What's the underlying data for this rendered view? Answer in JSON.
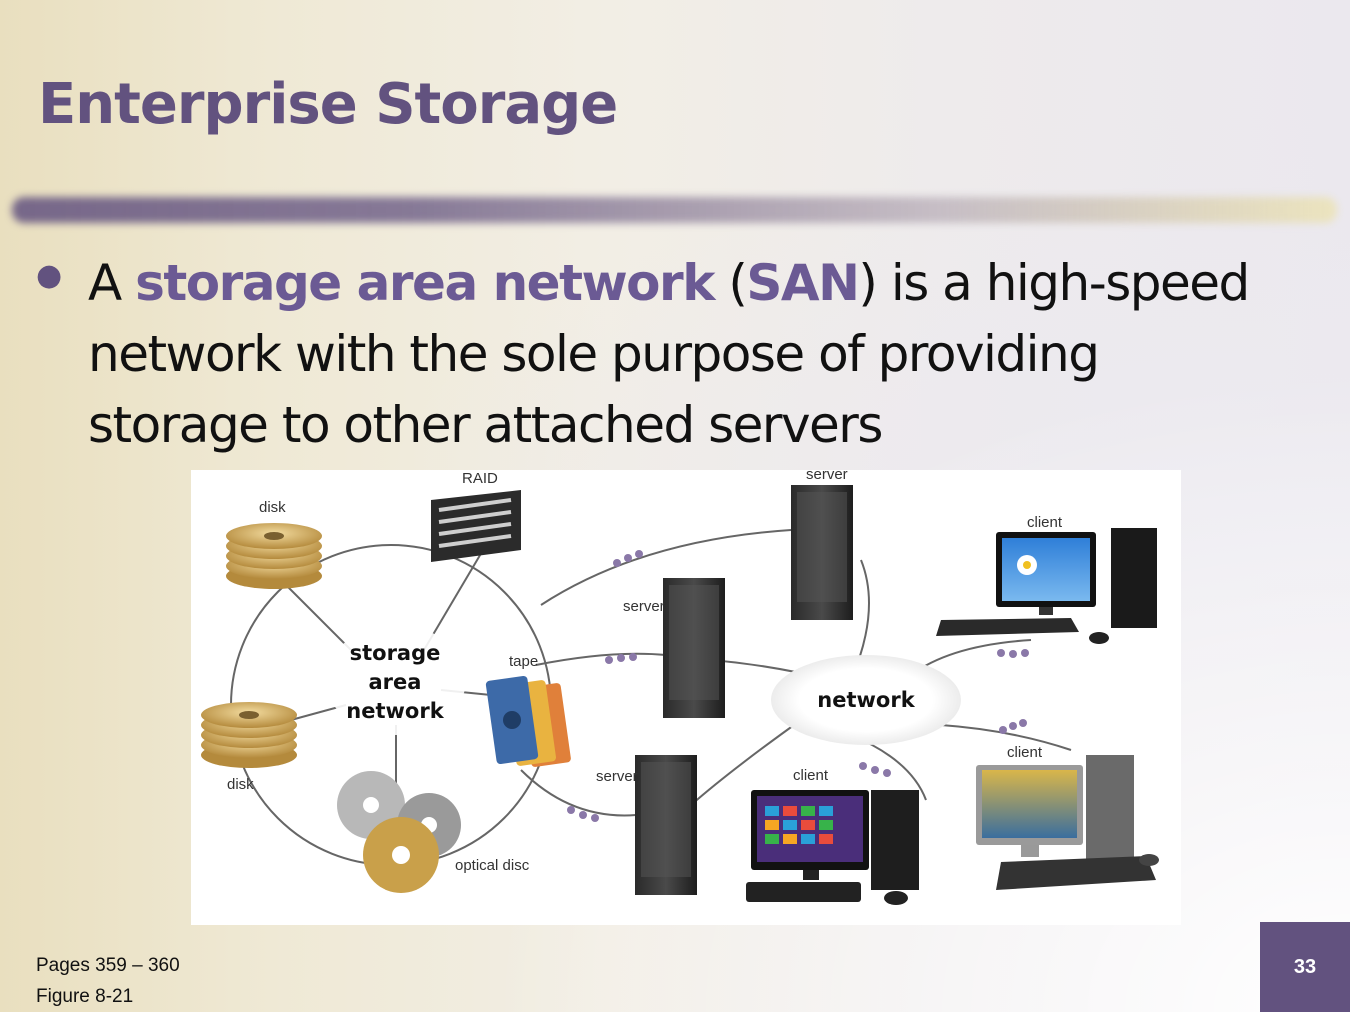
{
  "slide": {
    "title": "Enterprise Storage",
    "bullet": {
      "prefix": "A ",
      "term": "storage area network",
      "paren_open": " (",
      "abbr": "SAN",
      "rest": ") is a high-speed network with the sole purpose of providing storage to other attached servers"
    },
    "footnote": {
      "pages": "Pages 359 – 360",
      "figure": "Figure 8-21"
    },
    "page_number": "33",
    "colors": {
      "accent": "#62527f",
      "highlight": "#6b5a94"
    }
  },
  "diagram": {
    "san_label": [
      "storage",
      "area",
      "network"
    ],
    "network_label": "network",
    "labels": {
      "disk_top": "disk",
      "disk_bottom": "disk",
      "raid": "RAID",
      "tape": "tape",
      "optical": "optical disc",
      "server_top": "server",
      "server_mid": "server",
      "server_bottom": "server",
      "client_top": "client",
      "client_right": "client",
      "client_bottom": "client"
    }
  }
}
